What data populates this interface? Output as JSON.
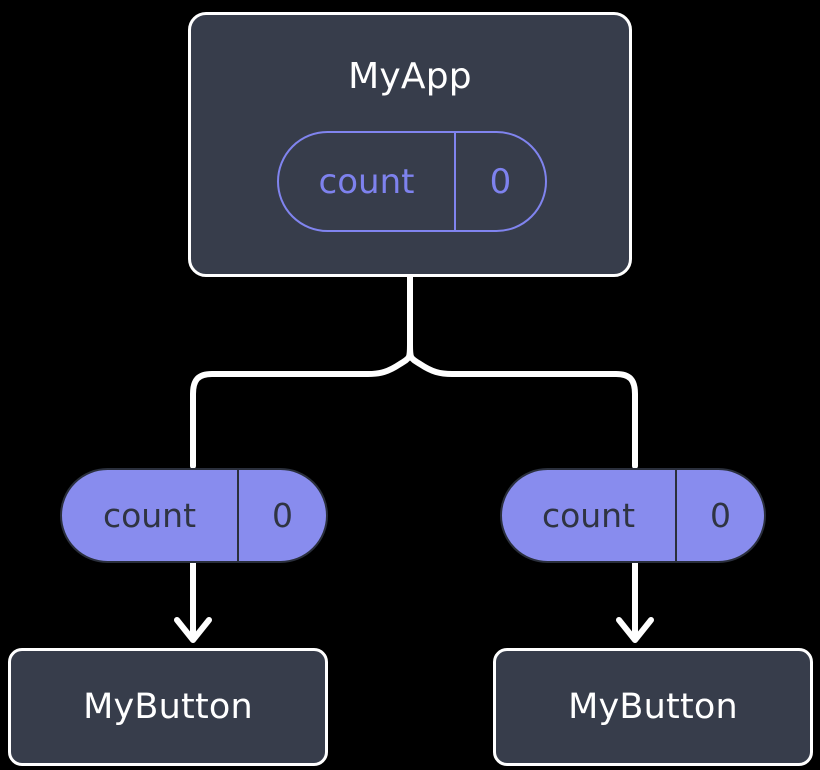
{
  "diagram": {
    "title": "React component tree with count state passed as props",
    "background_color": "#000000",
    "colors": {
      "box_fill": "#373d4b",
      "box_border": "#ffffff",
      "pill_fill": "#888cee",
      "pill_outline": "#8084ef",
      "pill_outline_text": "#7e82ee",
      "pill_filled_text": "#2f3442",
      "edge": "#ffffff"
    }
  },
  "root": {
    "name": "MyApp",
    "state": {
      "key": "count",
      "value": "0"
    }
  },
  "branches": [
    {
      "prop": {
        "key": "count",
        "value": "0"
      },
      "child": {
        "name": "MyButton"
      }
    },
    {
      "prop": {
        "key": "count",
        "value": "0"
      },
      "child": {
        "name": "MyButton"
      }
    }
  ],
  "edges": {
    "trunk_label": "",
    "arrow_label": ""
  }
}
